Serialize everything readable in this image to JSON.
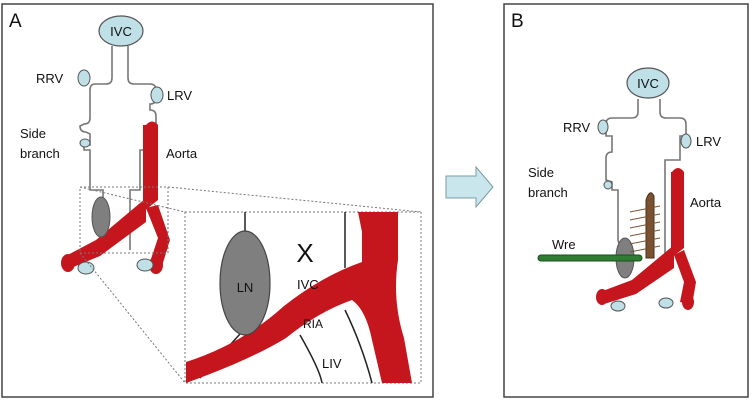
{
  "panel_a": {
    "letter": "A",
    "labels": {
      "ivc_top": "IVC",
      "rrv": "RRV",
      "lrv": "LRV",
      "side": "Side",
      "branch": "branch",
      "aorta": "Aorta"
    },
    "zoom": {
      "ln": "LN",
      "x_mark": "X",
      "ivc": "IVC",
      "ria": "RIA",
      "liv": "LIV"
    }
  },
  "panel_b": {
    "letter": "B",
    "labels": {
      "ivc_top": "IVC",
      "rrv": "RRV",
      "lrv": "LRV",
      "side": "Side",
      "branch": "branch",
      "aorta": "Aorta",
      "wire": "Wre"
    }
  },
  "colors": {
    "artery_red": "#c4161c",
    "vein_blue": "#bfe0e6",
    "node_gray": "#7f7f7f",
    "arrow_fill": "#c9e6ec",
    "wire_green": "#2e7d32",
    "frame": "#444444"
  }
}
